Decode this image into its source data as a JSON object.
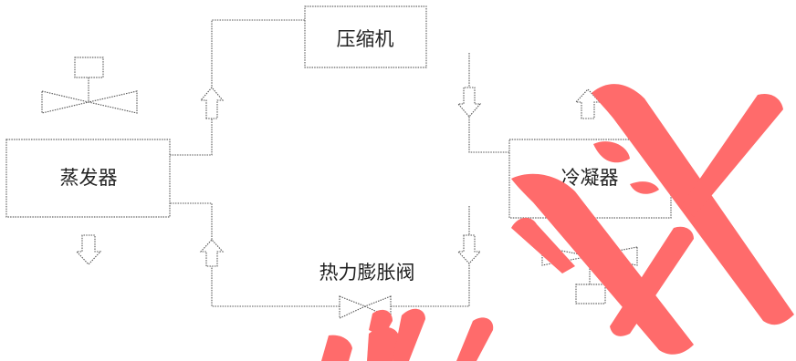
{
  "diagram": {
    "compressor": "压缩机",
    "evaporator": "蒸发器",
    "condenser": "冷凝器",
    "expansion_valve": "热力膨胀阀"
  },
  "colors": {
    "line": "#555555",
    "watermark": "#ff6b6b"
  }
}
